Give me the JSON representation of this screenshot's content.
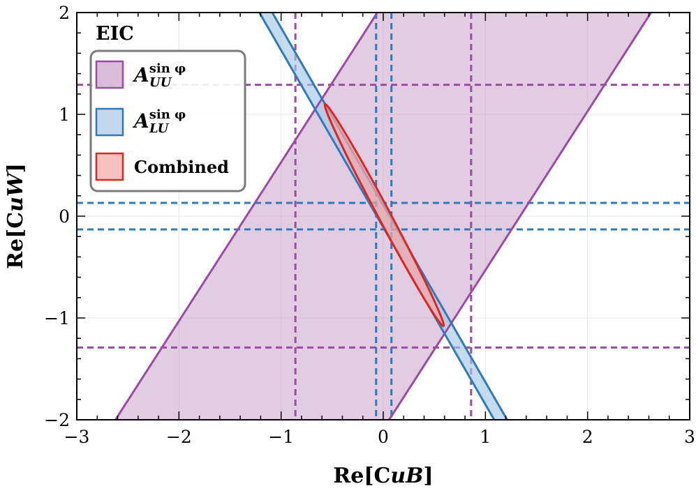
{
  "chart_data": {
    "type": "area",
    "xlabel": "Re[C",
    "xlabel_sub": "uB",
    "xlabel_end": "]",
    "ylabel": "Re[C",
    "ylabel_sub": "uW",
    "ylabel_end": "]",
    "xlim": [
      -3,
      3
    ],
    "ylim": [
      -2,
      2
    ],
    "x_ticks": [
      -3,
      -2,
      -1,
      0,
      1,
      2,
      3
    ],
    "y_ticks": [
      -2,
      -1,
      0,
      1,
      2
    ],
    "x_tick_labels": [
      "−3",
      "−2",
      "−1",
      "0",
      "1",
      "2",
      "3"
    ],
    "y_tick_labels": [
      "−2",
      "−1",
      "0",
      "1",
      "2"
    ],
    "grid": true,
    "legend_position": "top-left",
    "legend_title": "EIC",
    "series": [
      {
        "name": "A",
        "name_sup": "sin φ",
        "name_sub": "UU",
        "fill": "#c8a2c8",
        "stroke": "#9b4ba6",
        "band": {
          "slope": 1.56,
          "intercept_low": -2.09,
          "intercept_high": 2.09
        },
        "dashed_vertical": [
          -0.86,
          0.86
        ],
        "dashed_horizontal": [
          -1.29,
          1.29
        ]
      },
      {
        "name": "A",
        "name_sup": "sin φ",
        "name_sub": "LU",
        "fill": "#a6c8e8",
        "stroke": "#2f7ab8",
        "band": {
          "slope": -1.74,
          "intercept_low": -0.11,
          "intercept_high": 0.11
        },
        "dashed_vertical": [
          -0.07,
          0.08
        ],
        "dashed_horizontal": [
          -0.13,
          0.13
        ]
      },
      {
        "name": "Combined",
        "fill": "#f3a6a6",
        "stroke": "#e02424",
        "ellipse_endpoints": [
          [
            -0.57,
            1.1
          ],
          [
            0.59,
            -1.08
          ]
        ],
        "ellipse_half_width": 0.06
      }
    ]
  }
}
